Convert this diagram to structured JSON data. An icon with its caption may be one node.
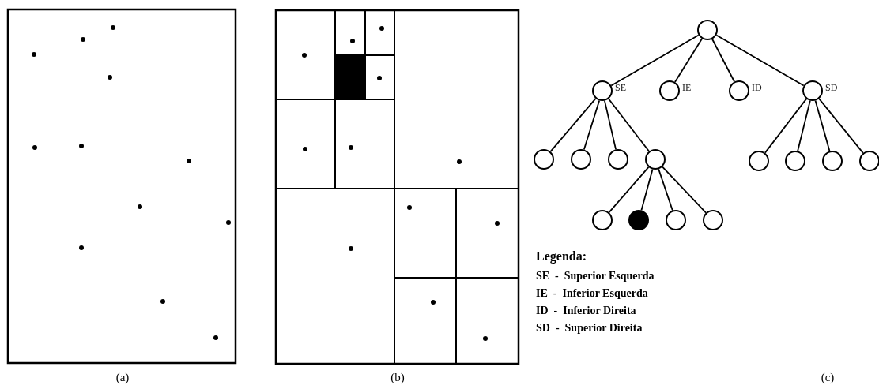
{
  "diagram": {
    "nodes": [
      {
        "text": [],
        "shape": "circle"
      },
      {
        "text": [],
        "shape": "circle",
        "beside": [
          "SE"
        ]
      },
      {
        "text": [],
        "shape": "circle",
        "beside": [
          "IE"
        ]
      },
      {
        "text": [],
        "shape": "circle",
        "beside": [
          "ID"
        ]
      },
      {
        "text": [],
        "shape": "circle",
        "beside": [
          "SD"
        ]
      },
      {
        "text": [],
        "shape": "circle"
      },
      {
        "text": [],
        "shape": "circle"
      },
      {
        "text": [],
        "shape": "circle"
      },
      {
        "text": [],
        "shape": "circle"
      },
      {
        "text": [],
        "shape": "circle"
      },
      {
        "text": [],
        "shape": "circle"
      },
      {
        "text": [],
        "shape": "circle"
      },
      {
        "text": [],
        "shape": "circle"
      },
      {
        "text": [],
        "shape": "circle"
      },
      {
        "text": [],
        "shape": "disc"
      },
      {
        "text": [],
        "shape": "circle"
      },
      {
        "text": [],
        "shape": "circle"
      }
    ],
    "edges": [
      {
        "from": 0,
        "to": 1,
        "arrow": "none"
      },
      {
        "from": 0,
        "to": 2,
        "arrow": "none"
      },
      {
        "from": 0,
        "to": 3,
        "arrow": "none"
      },
      {
        "from": 0,
        "to": 4,
        "arrow": "none"
      },
      {
        "from": 1,
        "to": 5,
        "arrow": "none"
      },
      {
        "from": 1,
        "to": 6,
        "arrow": "none"
      },
      {
        "from": 1,
        "to": 7,
        "arrow": "none"
      },
      {
        "from": 1,
        "to": 8,
        "arrow": "none"
      },
      {
        "from": 4,
        "to": 9,
        "arrow": "none"
      },
      {
        "from": 4,
        "to": 10,
        "arrow": "none"
      },
      {
        "from": 4,
        "to": 11,
        "arrow": "none"
      },
      {
        "from": 4,
        "to": 12,
        "arrow": "none"
      },
      {
        "from": 8,
        "to": 13,
        "arrow": "none"
      },
      {
        "from": 8,
        "to": 14,
        "arrow": "none"
      },
      {
        "from": 8,
        "to": 15,
        "arrow": "none"
      },
      {
        "from": 8,
        "to": 16,
        "arrow": "none"
      }
    ],
    "labels": [
      "(a)",
      "(b)",
      "Legenda:",
      "SE  -  Superior Esquerda",
      "IE  -  Inferior Esquerda",
      "ID  -  Inferior Direita",
      "SD  -  Superior Direita",
      "(c)"
    ]
  }
}
